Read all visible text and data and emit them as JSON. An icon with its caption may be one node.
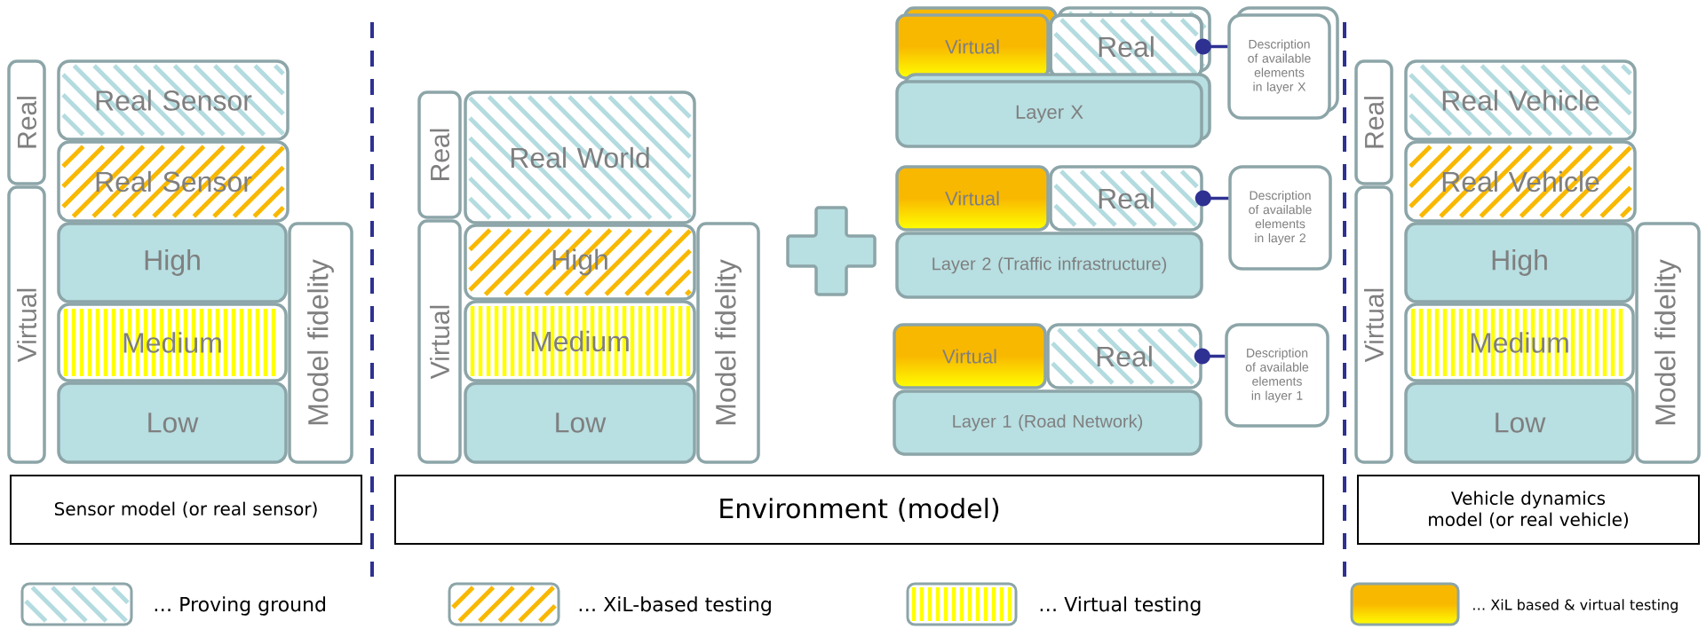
{
  "diagram": {
    "nodes": [
      {
        "text": [
          "Real"
        ]
      },
      {
        "text": [
          "Virtual"
        ]
      },
      {
        "text": [
          "Real Sensor"
        ]
      },
      {
        "text": [
          "Real Sensor"
        ]
      },
      {
        "text": [
          "High"
        ]
      },
      {
        "text": [
          "Medium"
        ]
      },
      {
        "text": [
          "Low"
        ]
      },
      {
        "text": [
          "Model fidelity"
        ]
      },
      {
        "text": [
          "Sensor model (or real sensor)"
        ]
      },
      {
        "text": [
          "Real"
        ]
      },
      {
        "text": [
          "Virtual"
        ]
      },
      {
        "text": [
          "Real World"
        ]
      },
      {
        "text": [
          "High"
        ]
      },
      {
        "text": [
          "Medium"
        ]
      },
      {
        "text": [
          "Low"
        ]
      },
      {
        "text": [
          "Model fidelity"
        ]
      },
      {
        "text": [
          "Environment (model)"
        ]
      },
      {
        "text": [
          "Virtual"
        ]
      },
      {
        "text": [
          "Real"
        ]
      },
      {
        "text": [
          "Layer X"
        ]
      },
      {
        "text": [
          "Description of available elements in layer X"
        ]
      },
      {
        "text": [
          "Virtual"
        ]
      },
      {
        "text": [
          "Real"
        ]
      },
      {
        "text": [
          "Layer 2 (Traffic infrastructure)"
        ]
      },
      {
        "text": [
          "Description of available elements in layer 2"
        ]
      },
      {
        "text": [
          "Virtual"
        ]
      },
      {
        "text": [
          "Real"
        ]
      },
      {
        "text": [
          "Layer 1 (Road Network)"
        ]
      },
      {
        "text": [
          "Description of available elements in layer 1"
        ]
      },
      {
        "text": [
          "Real"
        ]
      },
      {
        "text": [
          "Virtual"
        ]
      },
      {
        "text": [
          "Real Vehicle"
        ]
      },
      {
        "text": [
          "Real Vehicle"
        ]
      },
      {
        "text": [
          "High"
        ]
      },
      {
        "text": [
          "Medium"
        ]
      },
      {
        "text": [
          "Low"
        ]
      },
      {
        "text": [
          "Model fidelity"
        ]
      },
      {
        "text": [
          "Vehicle dynamics model (or real vehicle)"
        ]
      },
      {
        "text": [],
        "shape": "plus"
      }
    ],
    "edges": [
      {
        "from": 18,
        "to": 20,
        "arrow": "other"
      },
      {
        "from": 22,
        "to": 24,
        "arrow": "other"
      },
      {
        "from": 26,
        "to": 28,
        "arrow": "other"
      }
    ],
    "legend": [
      {
        "text": "… Proving ground"
      },
      {
        "text": "… XiL-based testing"
      },
      {
        "text": "… Virtual testing"
      },
      {
        "text": "… XiL based & virtual testing"
      }
    ]
  }
}
